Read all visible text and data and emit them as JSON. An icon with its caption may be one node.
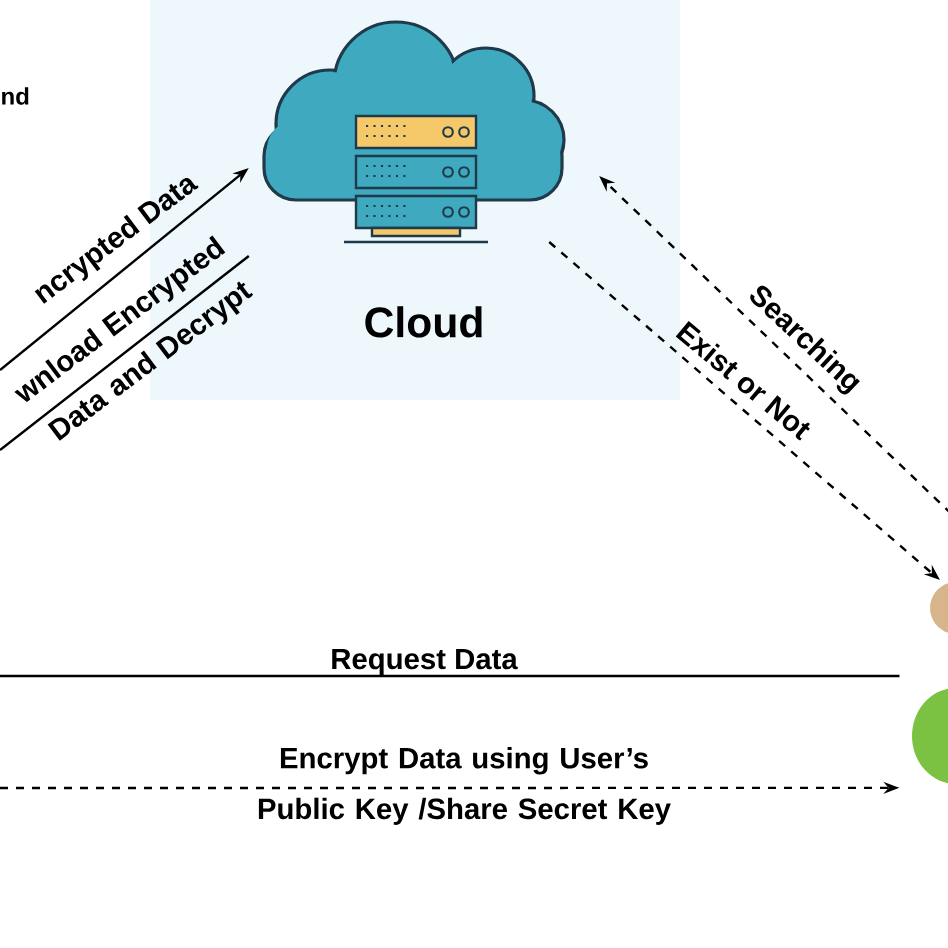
{
  "diagram": {
    "nodes": [
      {
        "text": [
          "Cloud"
        ]
      },
      {
        "text": [],
        "shape": "person"
      }
    ],
    "edges": [
      {
        "from": null,
        "to": 0,
        "arrow": "to",
        "label": "ncrypted Data"
      },
      {
        "from": 0,
        "to": null,
        "arrow": "none",
        "label": "wnload Encrypted Data and Decrypt"
      },
      {
        "from": 1,
        "to": 0,
        "arrow": "to",
        "style": "dashed",
        "label": "Searching"
      },
      {
        "from": 0,
        "to": 1,
        "arrow": "to",
        "style": "dashed",
        "label": "Exist or Not"
      },
      {
        "from": 1,
        "to": null,
        "arrow": "none",
        "label": "Request Data"
      },
      {
        "from": null,
        "to": 1,
        "arrow": "to",
        "style": "dashed",
        "label": "Encrypt Data using User’s Public Key /Share Secret Key"
      }
    ],
    "labels": [
      "nd"
    ]
  }
}
